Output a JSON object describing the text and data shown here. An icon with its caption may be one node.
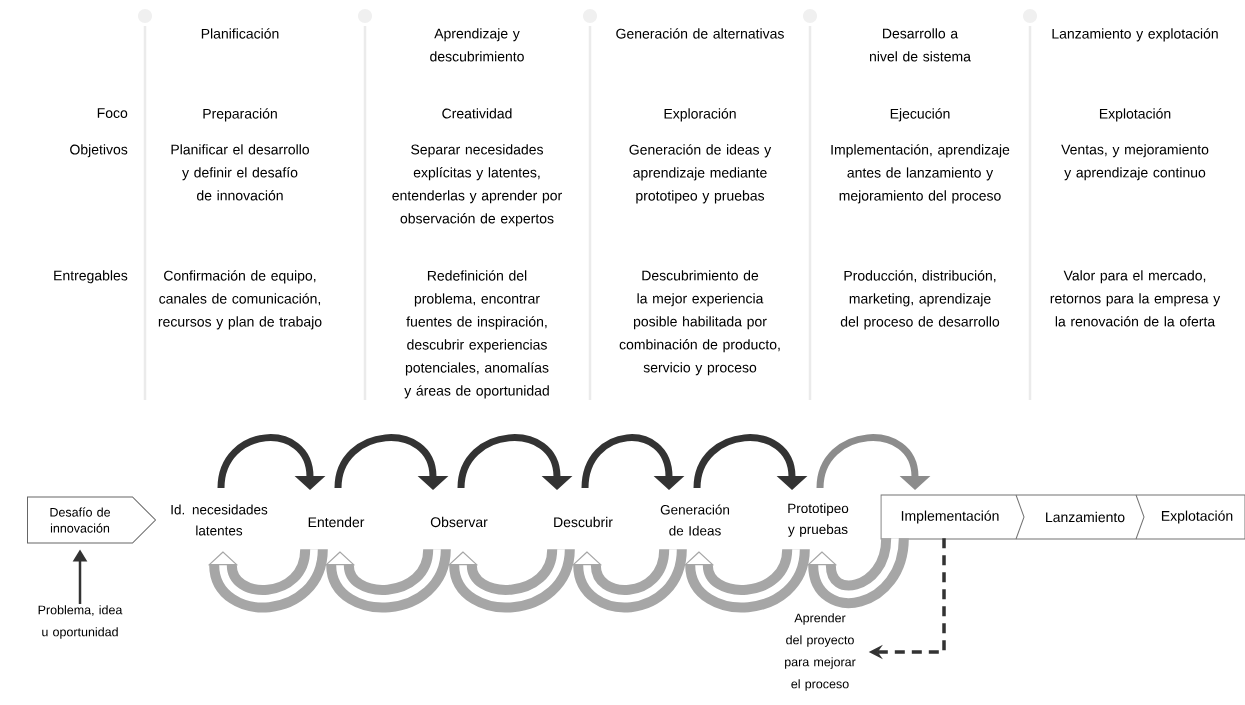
{
  "diagram": {
    "nodes": [
      {
        "text": [
          "Desafío de innovación"
        ]
      },
      {
        "text": [
          "Id. necesidades latentes"
        ]
      },
      {
        "text": [
          "Entender"
        ]
      },
      {
        "text": [
          "Observar"
        ]
      },
      {
        "text": [
          "Descubrir"
        ]
      },
      {
        "text": [
          "Generación de Ideas"
        ]
      },
      {
        "text": [
          "Prototipeo y pruebas"
        ]
      },
      {
        "text": [],
        "shape": "bar"
      },
      {
        "text": [
          "Implementación"
        ],
        "in": 7
      },
      {
        "text": [
          "Lanzamiento"
        ],
        "in": 7
      },
      {
        "text": [
          "Explotación"
        ],
        "in": 7
      },
      {
        "text": [
          "Problema, idea u oportunidad"
        ]
      },
      {
        "text": [
          "Aprender del proyecto para mejorar el proceso"
        ]
      }
    ],
    "edges": [
      {
        "from": 11,
        "to": 0,
        "arrow": "to"
      },
      {
        "from": 1,
        "to": 2,
        "arrow": "to"
      },
      {
        "from": 2,
        "to": 3,
        "arrow": "to"
      },
      {
        "from": 3,
        "to": 4,
        "arrow": "to"
      },
      {
        "from": 4,
        "to": 5,
        "arrow": "to"
      },
      {
        "from": 5,
        "to": 6,
        "arrow": "to"
      },
      {
        "from": 6,
        "to": 8,
        "arrow": "to",
        "color": "#8c8c8c"
      },
      {
        "from": 2,
        "to": 1,
        "arrow": "to",
        "style": "thick",
        "color": "#a6a6a6"
      },
      {
        "from": 3,
        "to": 2,
        "arrow": "to",
        "style": "thick",
        "color": "#a6a6a6"
      },
      {
        "from": 4,
        "to": 3,
        "arrow": "to",
        "style": "thick",
        "color": "#a6a6a6"
      },
      {
        "from": 5,
        "to": 4,
        "arrow": "to",
        "style": "thick",
        "color": "#a6a6a6"
      },
      {
        "from": 6,
        "to": 5,
        "arrow": "to",
        "style": "thick",
        "color": "#a6a6a6"
      },
      {
        "from": 8,
        "to": 6,
        "arrow": "to",
        "style": "thick",
        "color": "#a6a6a6"
      },
      {
        "from": 8,
        "to": 12,
        "arrow": "to",
        "style": "dashed"
      }
    ],
    "labels": [
      "Planificación",
      "Aprendizaje y descubrimiento",
      "Generación de alternativas",
      "Desarrollo a nivel de sistema",
      "Lanzamiento y explotación",
      "Foco",
      "Preparación",
      "Creatividad",
      "Exploración",
      "Ejecución",
      "Explotación",
      "Objetivos",
      "Planificar el desarrollo y definir el desafío de innovación",
      "Separar necesidades explícitas y latentes, entenderlas y aprender por observación de expertos",
      "Generación de ideas y aprendizaje mediante prototipeo y pruebas",
      "Implementación, aprendizaje antes de lanzamiento y mejoramiento del proceso",
      "Ventas, y mejoramiento y aprendizaje continuo",
      "Entregables",
      "Confirmación de equipo, canales de comunicación, recursos y plan de trabajo",
      "Redefinición del problema, encontrar fuentes de inspiración, descubrir experiencias potenciales, anomalías y áreas de oportunidad",
      "Descubrimiento de la mejor experiencia posible habilitada por combinación de producto, servicio y proceso",
      "Producción, distribución, marketing, aprendizaje del proceso de desarrollo",
      "Valor para el mercado, retornos para la empresa y la renovación de la oferta"
    ]
  }
}
